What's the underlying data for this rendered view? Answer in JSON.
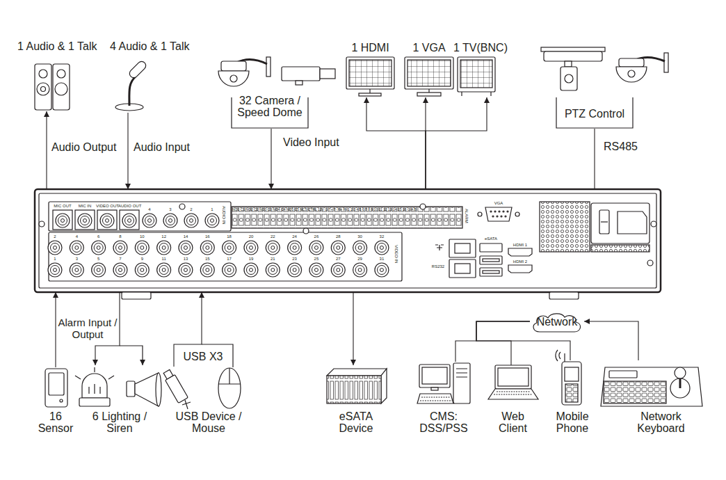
{
  "diagram": {
    "nodes": [
      {
        "text": [
          "1 Audio & 1 Talk"
        ]
      },
      {
        "text": [
          "4 Audio & 1 Talk"
        ]
      },
      {
        "text": [
          "32 Camera / Speed Dome"
        ]
      },
      {
        "text": [
          "1 HDMI"
        ]
      },
      {
        "text": [
          "1 VGA"
        ]
      },
      {
        "text": [
          "1 TV(BNC)"
        ]
      },
      {
        "text": [
          "PTZ Control"
        ]
      },
      {
        "text": [
          "MIC OUT",
          "MIC IN",
          "VIDEO OUT",
          "AUDIO OUT",
          "AUDIO IN",
          "ALARM",
          "VGA",
          "eSATA",
          "RS232",
          "HDMI 1",
          "HDMI 2",
          "VIDEO IN"
        ]
      },
      {
        "text": [
          "16 Sensor"
        ]
      },
      {
        "text": [
          "6 Lighting / Siren"
        ]
      },
      {
        "text": [
          "USB Device / Mouse"
        ]
      },
      {
        "text": [
          "eSATA Device"
        ]
      },
      {
        "text": [
          "Network"
        ]
      },
      {
        "text": [
          "CMS: DSS/PSS"
        ]
      },
      {
        "text": [
          "Web Client"
        ]
      },
      {
        "text": [
          "Mobile Phone"
        ]
      },
      {
        "text": [
          "Network Keyboard"
        ]
      }
    ],
    "edges": [
      {
        "from": 7,
        "to": 0,
        "arrow": "to",
        "label": "Audio Output"
      },
      {
        "from": 1,
        "to": 7,
        "arrow": "to",
        "label": "Audio Input"
      },
      {
        "from": 2,
        "to": 7,
        "arrow": "to",
        "label": "Video Input"
      },
      {
        "from": 7,
        "to": 3,
        "arrow": "to"
      },
      {
        "from": 7,
        "to": 4,
        "arrow": "to"
      },
      {
        "from": 7,
        "to": 5,
        "arrow": "to"
      },
      {
        "from": 7,
        "to": 6,
        "arrow": "none",
        "label": "RS485"
      },
      {
        "from": 8,
        "to": 7,
        "arrow": "to",
        "label": "Alarm Input / Output"
      },
      {
        "from": 7,
        "to": 9,
        "arrow": "to"
      },
      {
        "from": 10,
        "to": 7,
        "arrow": "to",
        "label": "USB X3"
      },
      {
        "from": 7,
        "to": 11,
        "arrow": "to"
      },
      {
        "from": 12,
        "to": 13,
        "arrow": "none"
      },
      {
        "from": 12,
        "to": 14,
        "arrow": "none"
      },
      {
        "from": 12,
        "to": 15,
        "arrow": "none"
      },
      {
        "from": 16,
        "to": 12,
        "arrow": "to"
      }
    ],
    "labels": [
      "1",
      "2",
      "3",
      "4",
      "5",
      "6",
      "7",
      "8",
      "9",
      "10",
      "11",
      "12",
      "13",
      "14",
      "15",
      "16",
      "17",
      "18",
      "19",
      "20",
      "21",
      "22",
      "23",
      "24",
      "25",
      "26",
      "27",
      "28",
      "29",
      "30",
      "31",
      "32",
      "4",
      "3",
      "2",
      "1",
      "NO1 C1 NO2 C2 NO3 C3 NO4 C4 NO5 C5 NC5 CTRL 12V G T+ T- R+ R- 1 2 3 4 5 6 7 8 9 10 11 12 13 14 15 16 G A B"
    ]
  }
}
